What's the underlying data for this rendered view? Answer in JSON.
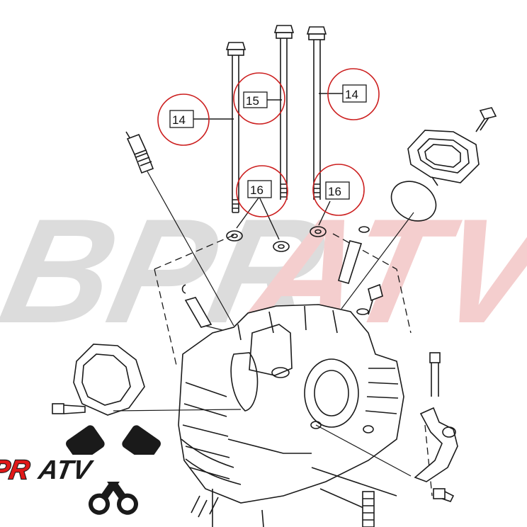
{
  "watermark": {
    "text_main": "BPR",
    "text_accent": "ATV",
    "color_main": "#d9d9d9",
    "color_accent": "#f3c9c9"
  },
  "logo": {
    "text_main": "BPR",
    "text_accent": "ATV",
    "color_main": "#e01818",
    "color_accent": "#1a1a1a",
    "icon": "crossed-pistons-icon"
  },
  "callouts": [
    {
      "id": "c1",
      "label": "14",
      "color": "#cc1f1f"
    },
    {
      "id": "c2",
      "label": "15",
      "color": "#cc1f1f"
    },
    {
      "id": "c3",
      "label": "14",
      "color": "#cc1f1f"
    },
    {
      "id": "c4",
      "label": "16",
      "color": "#cc1f1f"
    },
    {
      "id": "c5",
      "label": "16",
      "color": "#cc1f1f"
    }
  ]
}
